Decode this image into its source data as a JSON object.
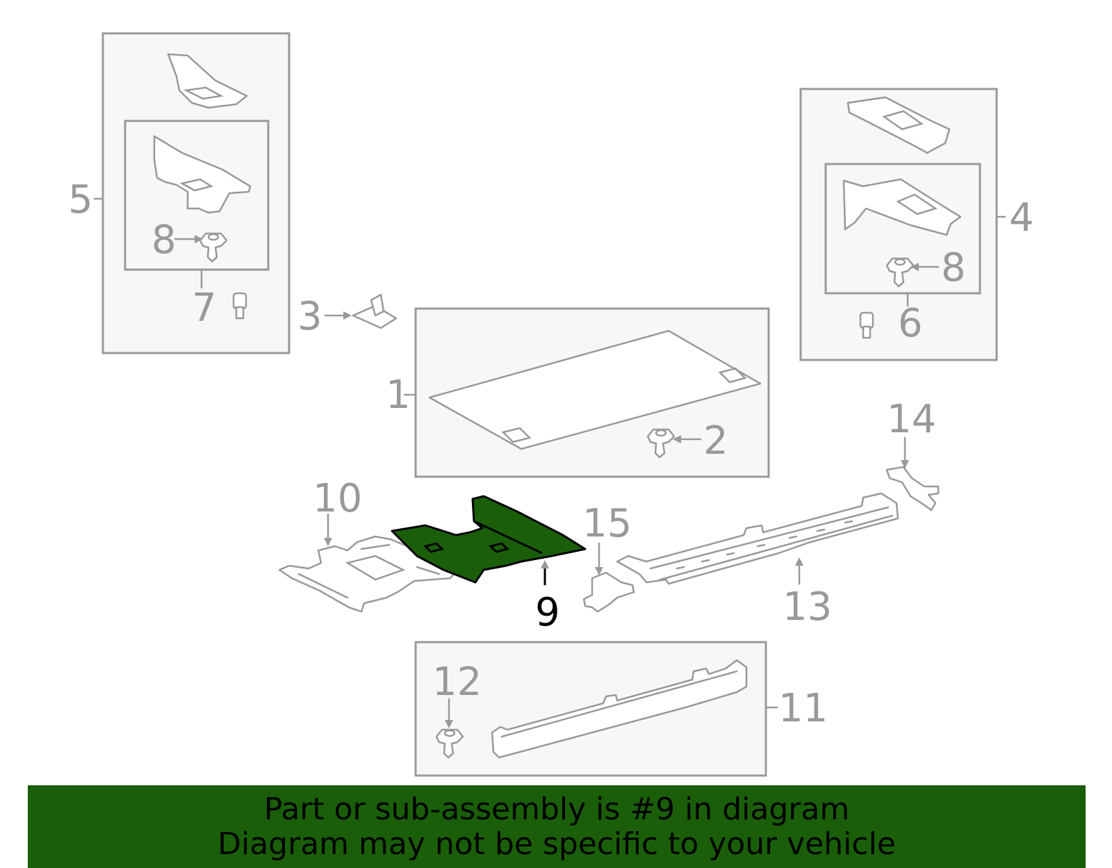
{
  "callouts": {
    "c1": "1",
    "c2": "2",
    "c3": "3",
    "c4": "4",
    "c5": "5",
    "c6": "6",
    "c7": "7",
    "c8a": "8",
    "c8b": "8",
    "c9": "9",
    "c10": "10",
    "c11": "11",
    "c12": "12",
    "c13": "13",
    "c14": "14",
    "c15": "15"
  },
  "highlighted_part": "9",
  "colors": {
    "highlight": "#1a5e0a",
    "parts_stroke": "#999999",
    "box_fill": "#f7f7f7"
  },
  "banner": {
    "line1": "Part or sub-assembly is #9 in diagram",
    "line2": "Diagram may not be specific to your vehicle"
  }
}
